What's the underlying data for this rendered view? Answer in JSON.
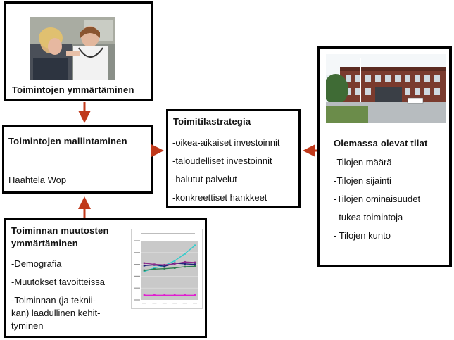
{
  "box_top": {
    "title": "Toimintojen ymmärtäminen"
  },
  "box_model": {
    "title": "Toimintojen mallintaminen",
    "subtitle": "Haahtela Wop"
  },
  "box_strategy": {
    "title": "Toimitilastrategia",
    "items": [
      "-oikea-aikaiset investoinnit",
      "-taloudelliset investoinnit",
      "-halutut palvelut",
      "-konkreettiset hankkeet"
    ]
  },
  "box_existing": {
    "title": "Olemassa olevat tilat",
    "items": [
      "-Tilojen määrä",
      "-Tilojen sijainti",
      "-Tilojen ominaisuudet",
      "  tukea toimintoja",
      "- Tilojen kunto"
    ]
  },
  "box_changes": {
    "title_line1": "Toiminnan muutosten",
    "title_line2": "ymmärtäminen",
    "items": [
      "-Demografia",
      "-Muutokset tavoitteissa",
      "-Toiminnan (ja teknii-",
      "kan) laadullinen  kehit-",
      "tyminen"
    ]
  },
  "colors": {
    "arrow": "#c0391b",
    "border": "#000000"
  },
  "chart_data": {
    "type": "line",
    "title": "",
    "x": [
      1,
      2,
      3,
      4,
      5,
      6
    ],
    "ylim": [
      0,
      25000
    ],
    "series": [
      {
        "color": "#33cccc",
        "values": [
          12000,
          13500,
          14500,
          16500,
          19500,
          23000
        ]
      },
      {
        "color": "#1f1f7a",
        "values": [
          14500,
          14800,
          14200,
          15500,
          15200,
          15000
        ]
      },
      {
        "color": "#8a2a8a",
        "values": [
          15500,
          15000,
          14800,
          15200,
          16000,
          15800
        ]
      },
      {
        "color": "#2e7d4f",
        "values": [
          12500,
          13000,
          13200,
          13500,
          14000,
          14200
        ]
      },
      {
        "color": "#e01fd0",
        "values": [
          2000,
          2000,
          2000,
          2000,
          2000,
          2000
        ]
      }
    ]
  }
}
